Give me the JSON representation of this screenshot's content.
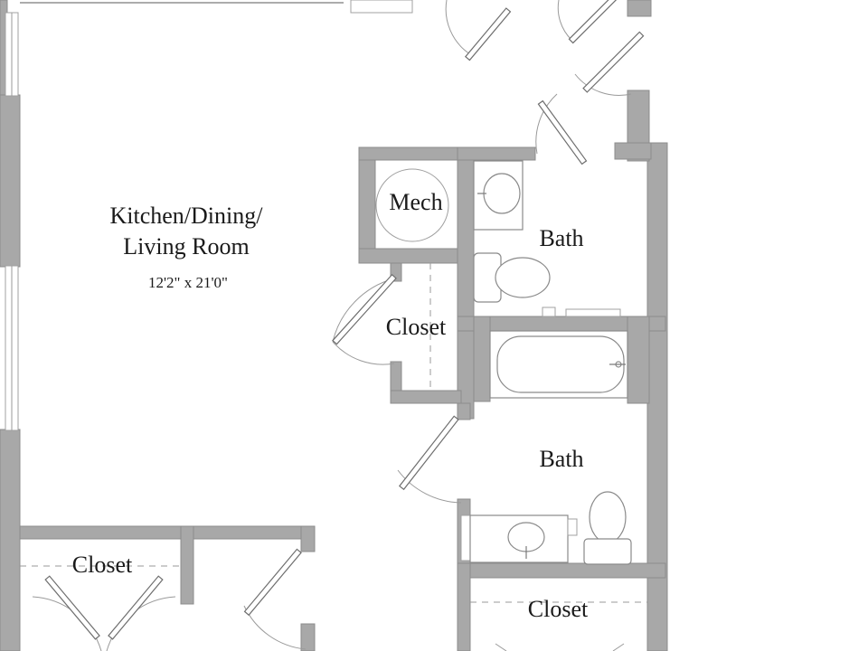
{
  "rooms": {
    "kitchen": {
      "name_line1": "Kitchen/Dining/",
      "name_line2": "Living Room",
      "dimensions": "12'2\" x 21'0\""
    },
    "mech": {
      "name": "Mech"
    },
    "bath_upper": {
      "name": "Bath"
    },
    "closet_hall": {
      "name": "Closet"
    },
    "bath_lower": {
      "name": "Bath"
    },
    "closet_bottom_left": {
      "name": "Closet"
    },
    "closet_bottom_right": {
      "name": "Closet"
    }
  },
  "colors": {
    "wall": "#a8a8a8",
    "line": "#7a7a7a",
    "text": "#1a1a1a",
    "background": "#ffffff"
  }
}
